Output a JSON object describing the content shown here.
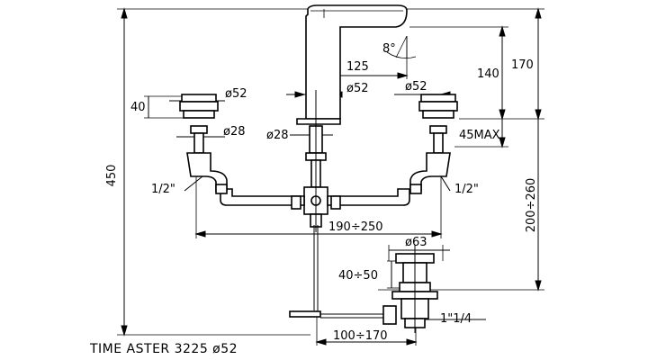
{
  "title": "TIME ASTER 3225 ø52",
  "dimensions": {
    "total_height": "450",
    "spout_angle": "8°",
    "spout_reach": "125",
    "spout_height_140": "140",
    "spout_height_170": "170",
    "spout_body_dia": "ø52",
    "handle_height": "40",
    "handle_dia_left": "ø52",
    "handle_dia_right": "ø52",
    "shank_dia_left": "ø28",
    "shank_dia_center": "ø28",
    "thread_left": "1/2\"",
    "thread_right": "1/2\"",
    "max_deck": "45MAX",
    "center_spacing": "190÷250",
    "rod_height": "200÷260",
    "drain_dia": "ø63",
    "drain_height": "40÷50",
    "drain_thread": "1\"1/4",
    "drain_reach": "100÷170"
  }
}
